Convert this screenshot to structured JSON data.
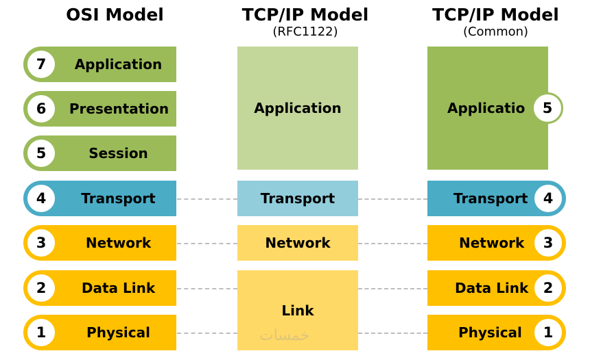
{
  "titles": {
    "osi": "OSI Model",
    "tcpip_rfc": "TCP/IP Model",
    "tcpip_rfc_sub": "(RFC1122)",
    "tcpip_common": "TCP/IP Model",
    "tcpip_common_sub": "(Common)"
  },
  "osi_layers": [
    {
      "number": "7",
      "label": "Application"
    },
    {
      "number": "6",
      "label": "Presentation"
    },
    {
      "number": "5",
      "label": "Session"
    },
    {
      "number": "4",
      "label": "Transport"
    },
    {
      "number": "3",
      "label": "Network"
    },
    {
      "number": "2",
      "label": "Data Link"
    },
    {
      "number": "1",
      "label": "Physical"
    }
  ],
  "rfc_layers": [
    {
      "label": "Application"
    },
    {
      "label": "Transport"
    },
    {
      "label": "Network"
    },
    {
      "label": "Link"
    }
  ],
  "common_layers": [
    {
      "number": "5",
      "label": "Applicatio"
    },
    {
      "number": "4",
      "label": "Transport"
    },
    {
      "number": "3",
      "label": "Network"
    },
    {
      "number": "2",
      "label": "Data Link"
    },
    {
      "number": "1",
      "label": "Physical"
    }
  ],
  "watermark": "خمسات",
  "colors": {
    "green": "#9bbb59",
    "green_light": "#c4d79b",
    "blue": "#4bacc6",
    "blue_light": "#92cddc",
    "yellow": "#ffc000",
    "yellow_light": "#ffd966"
  }
}
